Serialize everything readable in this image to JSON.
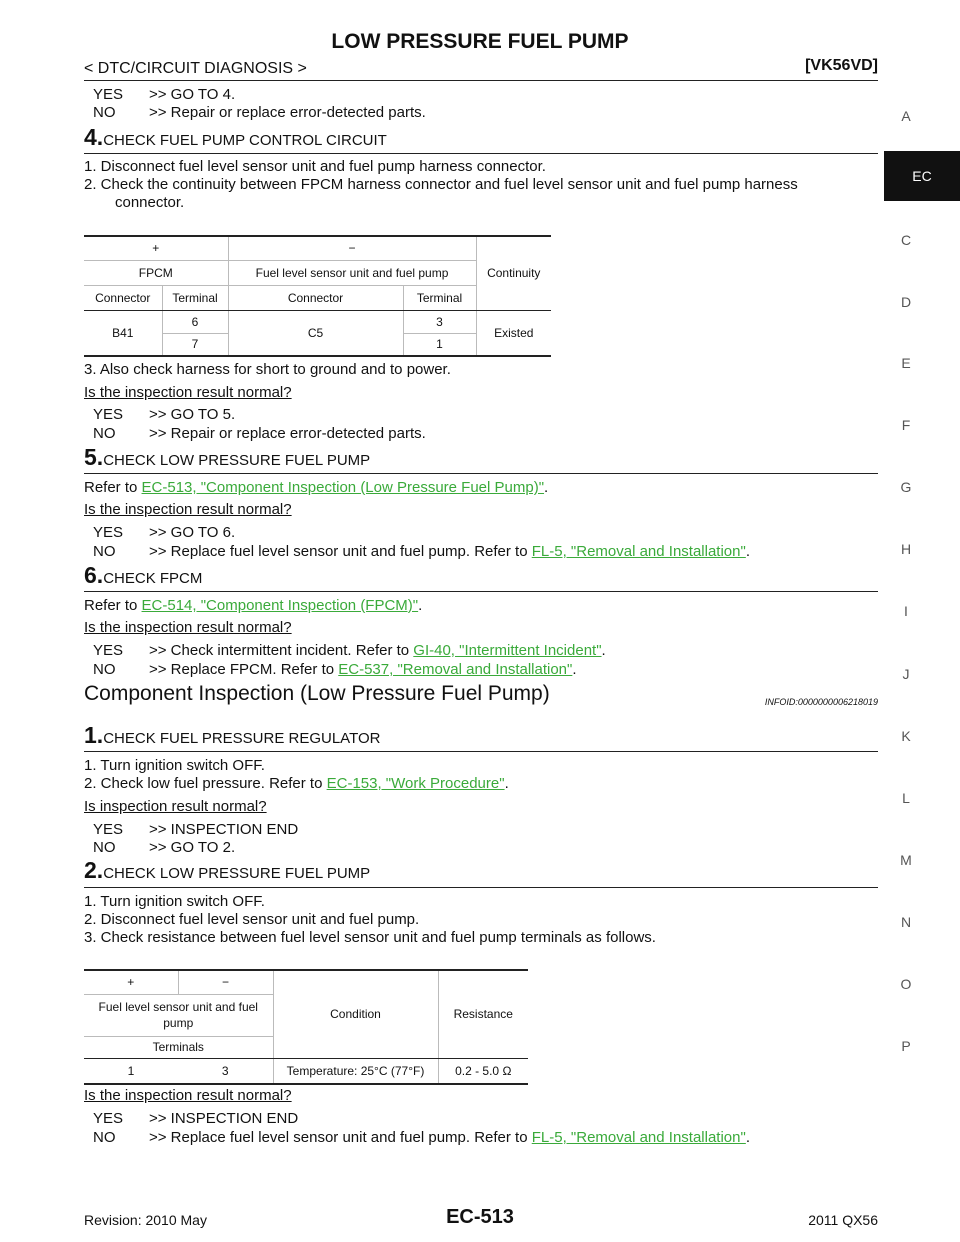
{
  "header": {
    "title": "LOW PRESSURE FUEL PUMP",
    "section": "< DTC/CIRCUIT DIAGNOSIS >",
    "model": "[VK56VD]"
  },
  "top": {
    "yes": "YES",
    "yes_text": ">> GO TO 4.",
    "no": "NO",
    "no_text": ">> Repair or replace error-detected parts."
  },
  "step4": {
    "num": "4.",
    "title": "CHECK FUEL PUMP CONTROL CIRCUIT",
    "items": [
      "1. Disconnect fuel level sensor unit and fuel pump harness connector.",
      "2. Check the continuity between FPCM harness connector and fuel level sensor unit and fuel pump harness",
      "connector."
    ],
    "table": {
      "plus": "+",
      "minus": "−",
      "continuity": "Continuity",
      "fpcm": "FPCM",
      "fuel_unit": "Fuel level sensor unit and fuel pump",
      "connector": "Connector",
      "terminal": "Terminal",
      "b41": "B41",
      "c5": "C5",
      "existed": "Existed",
      "rows": [
        [
          "6",
          "3"
        ],
        [
          "7",
          "1"
        ]
      ]
    },
    "note": "3. Also check harness for short to ground and to power.",
    "question": "Is the inspection result normal?",
    "yes": "YES",
    "yes_text": ">> GO TO 5.",
    "no": "NO",
    "no_text": ">> Repair or replace error-detected parts."
  },
  "step5": {
    "num": "5.",
    "title": "CHECK LOW PRESSURE FUEL PUMP",
    "refer_pre": "Refer to ",
    "link": "EC-513, \"Component Inspection (Low Pressure Fuel Pump)\"",
    "refer_post": ".",
    "question": "Is the inspection result normal?",
    "yes": "YES",
    "yes_text": ">> GO TO 6.",
    "no": "NO",
    "no_text": ">> Replace fuel level sensor unit and fuel pump. Refer to ",
    "no_link": "FL-5, \"Removal and Installation\"",
    "no_post": "."
  },
  "step6": {
    "num": "6.",
    "title": "CHECK FPCM",
    "refer_pre": "Refer to ",
    "link": "EC-514, \"Component Inspection (FPCM)\"",
    "refer_post": ".",
    "question": "Is the inspection result normal?",
    "yes": "YES",
    "yes_text": ">> Check intermittent incident. Refer to ",
    "yes_link": "GI-40, \"Intermittent Incident\"",
    "yes_post": ".",
    "no": "NO",
    "no_text": ">> Replace FPCM. Refer to ",
    "no_link": "EC-537, \"Removal and Installation\"",
    "no_post": "."
  },
  "component": {
    "title": "Component Inspection (Low Pressure Fuel Pump)",
    "infoid": "INFOID:0000000006218019"
  },
  "cstep1": {
    "num": "1.",
    "title": "CHECK FUEL PRESSURE REGULATOR",
    "item1": "1. Turn ignition switch OFF.",
    "item2_pre": "2. Check low fuel pressure. Refer to ",
    "item2_link": "EC-153, \"Work Procedure\"",
    "item2_post": ".",
    "question": "Is inspection result normal?",
    "yes": "YES",
    "yes_text": ">> INSPECTION END",
    "no": "NO",
    "no_text": ">> GO TO 2."
  },
  "cstep2": {
    "num": "2.",
    "title": "CHECK LOW PRESSURE FUEL PUMP",
    "items": [
      "1. Turn ignition switch OFF.",
      "2. Disconnect fuel level sensor unit and fuel pump.",
      "3. Check resistance between fuel level sensor unit and fuel pump terminals as follows."
    ],
    "table": {
      "plus": "+",
      "minus": "−",
      "condition": "Condition",
      "resistance": "Resistance",
      "unit_l1": "Fuel level sensor unit and fuel",
      "unit_l2": "pump",
      "terminals": "Terminals",
      "t1": "1",
      "t2": "3",
      "cond": "Temperature: 25°C (77°F)",
      "res": "0.2 - 5.0 Ω"
    },
    "question": "Is the inspection result normal?",
    "yes": "YES",
    "yes_text": ">> INSPECTION END",
    "no": "NO",
    "no_text": ">> Replace fuel level sensor unit and fuel pump.  Refer to ",
    "no_link": "FL-5, \"Removal and Installation\"",
    "no_post": "."
  },
  "sidebar": {
    "active": "EC",
    "letters": [
      "A",
      "C",
      "D",
      "E",
      "F",
      "G",
      "H",
      "I",
      "J",
      "K",
      "L",
      "M",
      "N",
      "O",
      "P"
    ]
  },
  "footer": {
    "revision": "Revision: 2010 May",
    "page": "EC-513",
    "model": "2011 QX56"
  }
}
